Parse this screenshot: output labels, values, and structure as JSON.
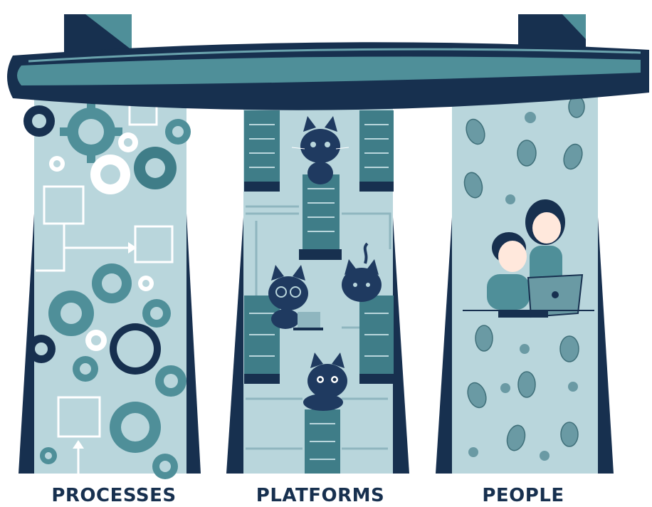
{
  "labels": {
    "processes": "PROCESSES",
    "platforms": "PLATFORMS",
    "people": "PEOPLE"
  },
  "colors": {
    "navy": "#17304f",
    "teal": "#4f8f99",
    "mid_teal": "#3f7d88",
    "pale_teal": "#b9d6dc",
    "light_teal": "#8fb6bf",
    "white": "#ffffff"
  },
  "illustration": {
    "left_column_icons": [
      "gear-icon",
      "flowchart-box-icon",
      "arrow-up-icon"
    ],
    "middle_column_icons": [
      "server-rack-icon",
      "cat-mascot-icon",
      "laptop-icon"
    ],
    "right_column_icons": [
      "bug-icon",
      "virus-icon",
      "person-icon",
      "laptop-icon"
    ]
  }
}
